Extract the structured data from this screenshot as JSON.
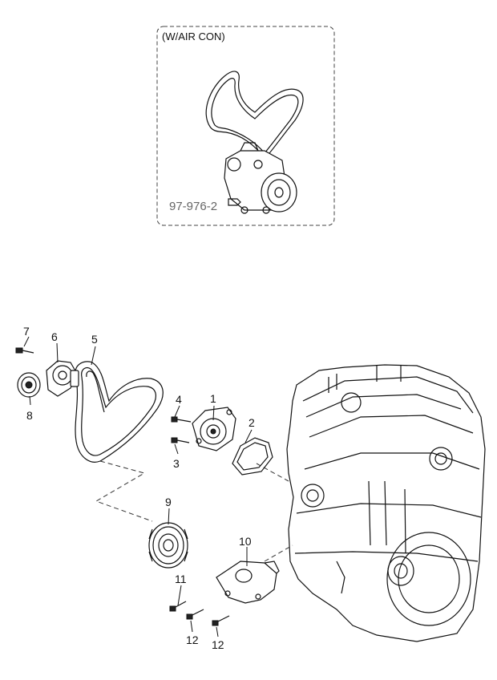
{
  "inset": {
    "title": "(W/AIR CON)",
    "reference": "97-976-2"
  },
  "callouts": [
    {
      "id": "1",
      "label": "1"
    },
    {
      "id": "2",
      "label": "2"
    },
    {
      "id": "3",
      "label": "3"
    },
    {
      "id": "4",
      "label": "4"
    },
    {
      "id": "5",
      "label": "5"
    },
    {
      "id": "6",
      "label": "6"
    },
    {
      "id": "7",
      "label": "7"
    },
    {
      "id": "8",
      "label": "8"
    },
    {
      "id": "9",
      "label": "9"
    },
    {
      "id": "10",
      "label": "10"
    },
    {
      "id": "11",
      "label": "11"
    },
    {
      "id": "12a",
      "label": "12"
    },
    {
      "id": "12b",
      "label": "12"
    }
  ]
}
